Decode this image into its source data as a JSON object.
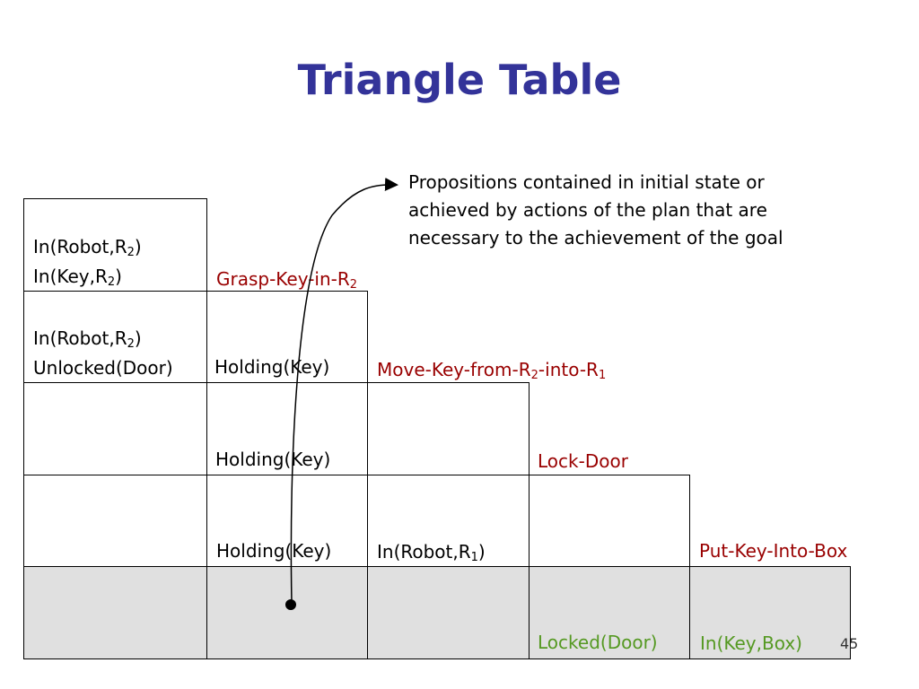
{
  "title": "Triangle Table",
  "note": {
    "line1": "Propositions contained in initial state or",
    "line2": "achieved by actions of the plan that are",
    "line3": "necessary to the achievement of the goal"
  },
  "rows": {
    "r0": {
      "c0a": "In(Robot,R",
      "c0a_sub": "2",
      "c0a_end": ")",
      "c0b": "In(Key,R",
      "c0b_sub": "2",
      "c0b_end": ")"
    },
    "r1": {
      "c0a": "In(Robot,R",
      "c0a_sub": "2",
      "c0a_end": ")",
      "c0b": "Unlocked(Door)",
      "c1": "Holding(Key)"
    },
    "r2": {
      "c1": "Holding(Key)"
    },
    "r3": {
      "c1": "Holding(Key)",
      "c2": "In(Robot,R",
      "c2_sub": "1",
      "c2_end": ")"
    },
    "r4": {
      "c3": "Locked(Door)",
      "c4": "In(Key,Box)"
    }
  },
  "actions": {
    "a1": "Grasp-Key-in-R",
    "a1_sub": "2",
    "a2": "Move-Key-from-R",
    "a2_sub": "2",
    "a2_mid": "-into-R",
    "a2_sub2": "1",
    "a3": "Lock-Door",
    "a4": "Put-Key-Into-Box"
  },
  "page_number": "45",
  "colors": {
    "title": "#333399",
    "action": "#990000",
    "goal": "#559922",
    "goal_row_fill": "#e0e0e0"
  }
}
